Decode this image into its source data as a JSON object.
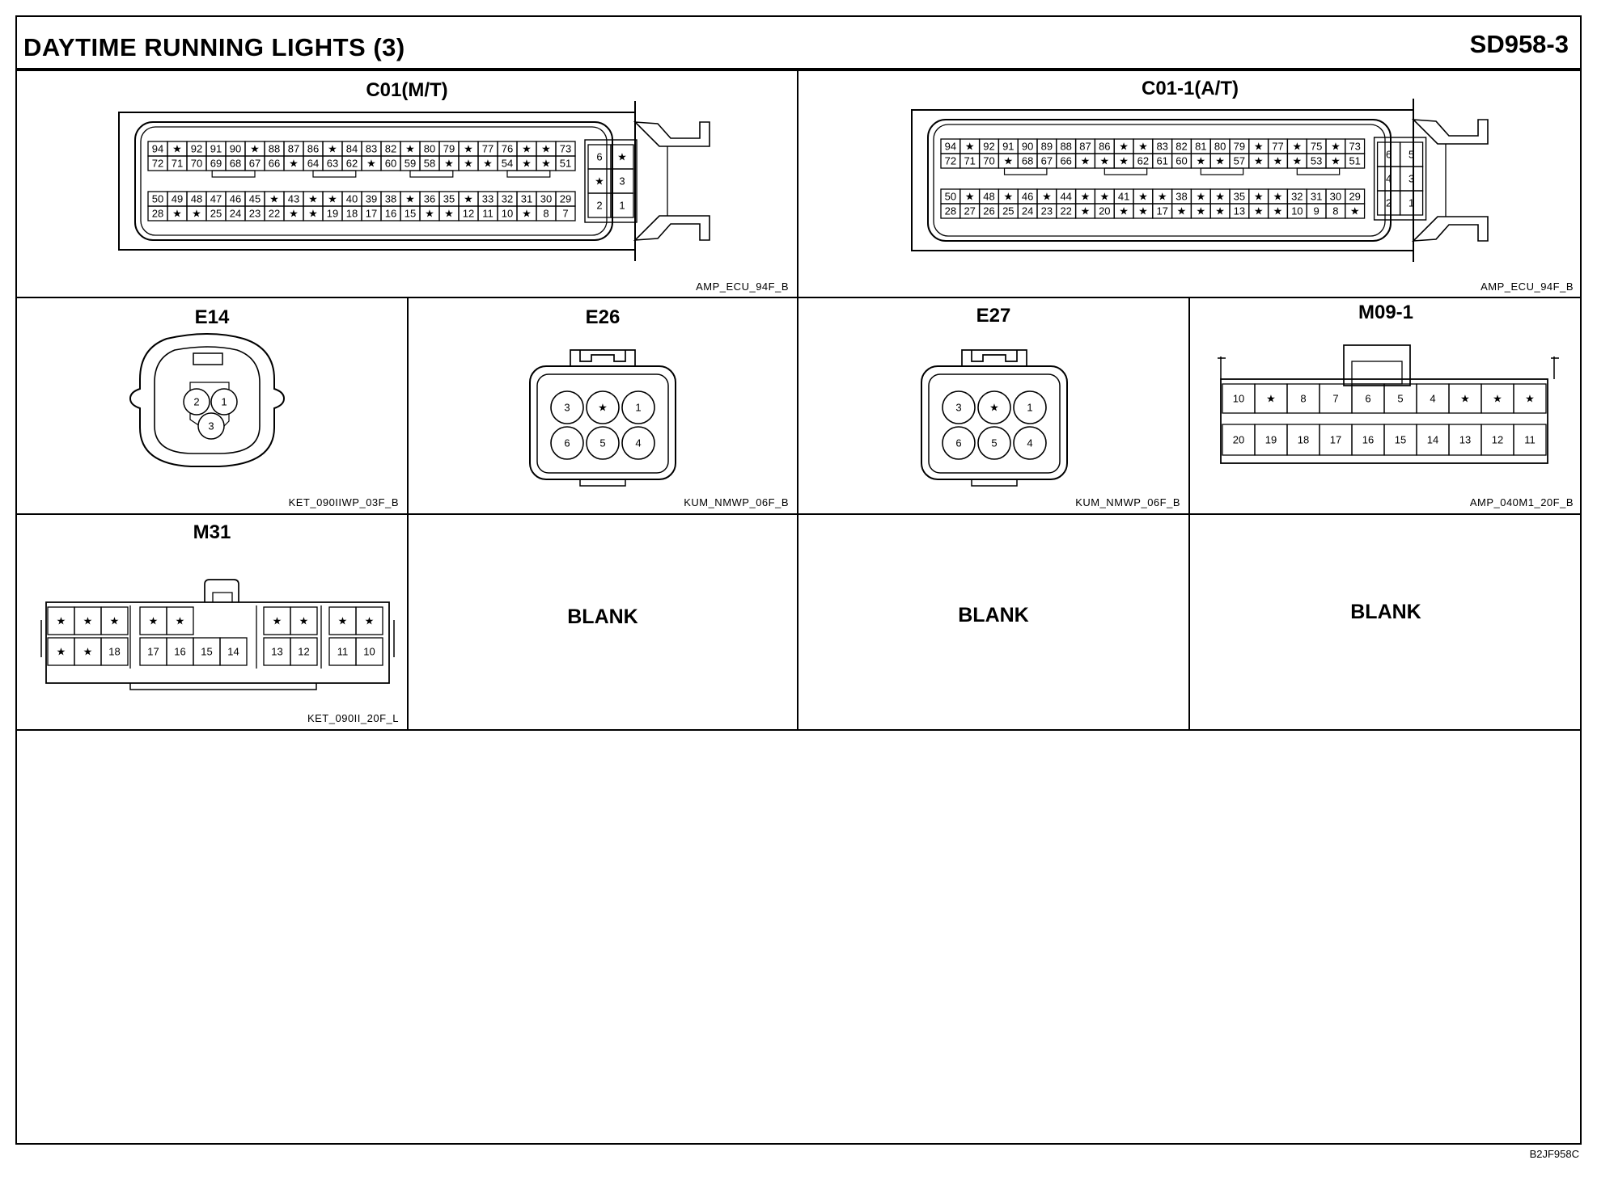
{
  "header": {
    "title": "DAYTIME RUNNING LIGHTS (3)",
    "code": "SD958-3"
  },
  "footer": {
    "code": "B2JF958C"
  },
  "connectors": {
    "c01": {
      "title": "C01(M/T)",
      "code": "AMP_ECU_94F_B",
      "row1": [
        "94",
        "★",
        "92",
        "91",
        "90",
        "★",
        "88",
        "87",
        "86",
        "★",
        "84",
        "83",
        "82",
        "★",
        "80",
        "79",
        "★",
        "77",
        "76",
        "★",
        "★",
        "73"
      ],
      "row2": [
        "72",
        "71",
        "70",
        "69",
        "68",
        "67",
        "66",
        "★",
        "64",
        "63",
        "62",
        "★",
        "60",
        "59",
        "58",
        "★",
        "★",
        "★",
        "54",
        "★",
        "★",
        "51"
      ],
      "row3": [
        "50",
        "49",
        "48",
        "47",
        "46",
        "45",
        "★",
        "43",
        "★",
        "★",
        "40",
        "39",
        "38",
        "★",
        "36",
        "35",
        "★",
        "33",
        "32",
        "31",
        "30",
        "29"
      ],
      "row4": [
        "28",
        "★",
        "★",
        "25",
        "24",
        "23",
        "22",
        "★",
        "★",
        "19",
        "18",
        "17",
        "16",
        "15",
        "★",
        "★",
        "12",
        "11",
        "10",
        "★",
        "8",
        "7"
      ],
      "side": [
        "6",
        "★",
        "★",
        "3",
        "2",
        "1"
      ]
    },
    "c011": {
      "title": "C01-1(A/T)",
      "code": "AMP_ECU_94F_B",
      "row1": [
        "94",
        "★",
        "92",
        "91",
        "90",
        "89",
        "88",
        "87",
        "86",
        "★",
        "★",
        "83",
        "82",
        "81",
        "80",
        "79",
        "★",
        "77",
        "★",
        "75",
        "★",
        "73"
      ],
      "row2": [
        "72",
        "71",
        "70",
        "★",
        "68",
        "67",
        "66",
        "★",
        "★",
        "★",
        "62",
        "61",
        "60",
        "★",
        "★",
        "57",
        "★",
        "★",
        "★",
        "53",
        "★",
        "51"
      ],
      "row3": [
        "50",
        "★",
        "48",
        "★",
        "46",
        "★",
        "44",
        "★",
        "★",
        "41",
        "★",
        "★",
        "38",
        "★",
        "★",
        "35",
        "★",
        "★",
        "32",
        "31",
        "30",
        "29"
      ],
      "row4": [
        "28",
        "27",
        "26",
        "25",
        "24",
        "23",
        "22",
        "★",
        "20",
        "★",
        "★",
        "17",
        "★",
        "★",
        "★",
        "13",
        "★",
        "★",
        "10",
        "9",
        "8",
        "★"
      ],
      "side": [
        "6",
        "5",
        "4",
        "3",
        "2",
        "1"
      ]
    },
    "e14": {
      "title": "E14",
      "code": "KET_090IIWP_03F_B",
      "pins": [
        "2",
        "1",
        "3"
      ]
    },
    "e26": {
      "title": "E26",
      "code": "KUM_NMWP_06F_B",
      "pins": [
        "3",
        "★",
        "1",
        "6",
        "5",
        "4"
      ]
    },
    "e27": {
      "title": "E27",
      "code": "KUM_NMWP_06F_B",
      "pins": [
        "3",
        "★",
        "1",
        "6",
        "5",
        "4"
      ]
    },
    "m091": {
      "title": "M09-1",
      "code": "AMP_040M1_20F_B",
      "row1": [
        "10",
        "★",
        "8",
        "7",
        "6",
        "5",
        "4",
        "★",
        "★",
        "★"
      ],
      "row2": [
        "20",
        "19",
        "18",
        "17",
        "16",
        "15",
        "14",
        "13",
        "12",
        "11"
      ]
    },
    "m31": {
      "title": "M31",
      "code": "KET_090II_20F_L",
      "row1": [
        "★",
        "★",
        "★",
        "★",
        "★",
        "★",
        "★",
        "★",
        "★"
      ],
      "row2": [
        "★",
        "★",
        "18",
        "17",
        "16",
        "15",
        "14",
        "13",
        "12",
        "11",
        "10"
      ]
    }
  },
  "blanks": [
    "BLANK",
    "BLANK",
    "BLANK"
  ]
}
